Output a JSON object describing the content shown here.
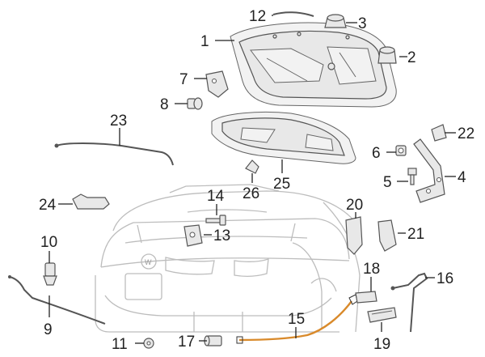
{
  "callouts": [
    {
      "id": "1",
      "text": "1"
    },
    {
      "id": "2",
      "text": "2"
    },
    {
      "id": "3",
      "text": "3"
    },
    {
      "id": "4",
      "text": "4"
    },
    {
      "id": "5",
      "text": "5"
    },
    {
      "id": "6",
      "text": "6"
    },
    {
      "id": "7",
      "text": "7"
    },
    {
      "id": "8",
      "text": "8"
    },
    {
      "id": "9",
      "text": "9"
    },
    {
      "id": "10",
      "text": "10"
    },
    {
      "id": "11",
      "text": "11"
    },
    {
      "id": "12",
      "text": "12"
    },
    {
      "id": "13",
      "text": "13"
    },
    {
      "id": "14",
      "text": "14"
    },
    {
      "id": "15",
      "text": "15"
    },
    {
      "id": "16",
      "text": "16"
    },
    {
      "id": "17",
      "text": "17"
    },
    {
      "id": "18",
      "text": "18"
    },
    {
      "id": "19",
      "text": "19"
    },
    {
      "id": "20",
      "text": "20"
    },
    {
      "id": "21",
      "text": "21"
    },
    {
      "id": "22",
      "text": "22"
    },
    {
      "id": "23",
      "text": "23"
    },
    {
      "id": "24",
      "text": "24"
    },
    {
      "id": "25",
      "text": "25"
    },
    {
      "id": "26",
      "text": "26"
    }
  ],
  "colors": {
    "line": "#222222",
    "part_stroke": "#555555",
    "car_outline": "#bdbdbd",
    "highlight_cable": "#d98a2b"
  }
}
